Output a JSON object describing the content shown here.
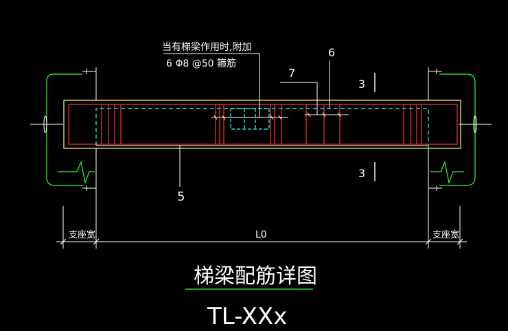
{
  "annotation": {
    "line1": "当有梯梁作用时,附加",
    "line2": "6 Φ8 @50 箍筋"
  },
  "labels": {
    "bar6": "6",
    "bar7": "7",
    "bar5": "5",
    "section_top": "3",
    "section_bottom": "3"
  },
  "dimensions": {
    "support_left": "支座宽",
    "span": "L0",
    "support_right": "支座宽"
  },
  "title": "梯梁配筋详图",
  "code": "TL-XXx",
  "colors": {
    "background": "#000000",
    "outline": "#ffff66",
    "concrete": "#ff3333",
    "rebar_dashed": "#33ffff",
    "dimension": "#ffffff",
    "break_line": "#33ff33"
  }
}
